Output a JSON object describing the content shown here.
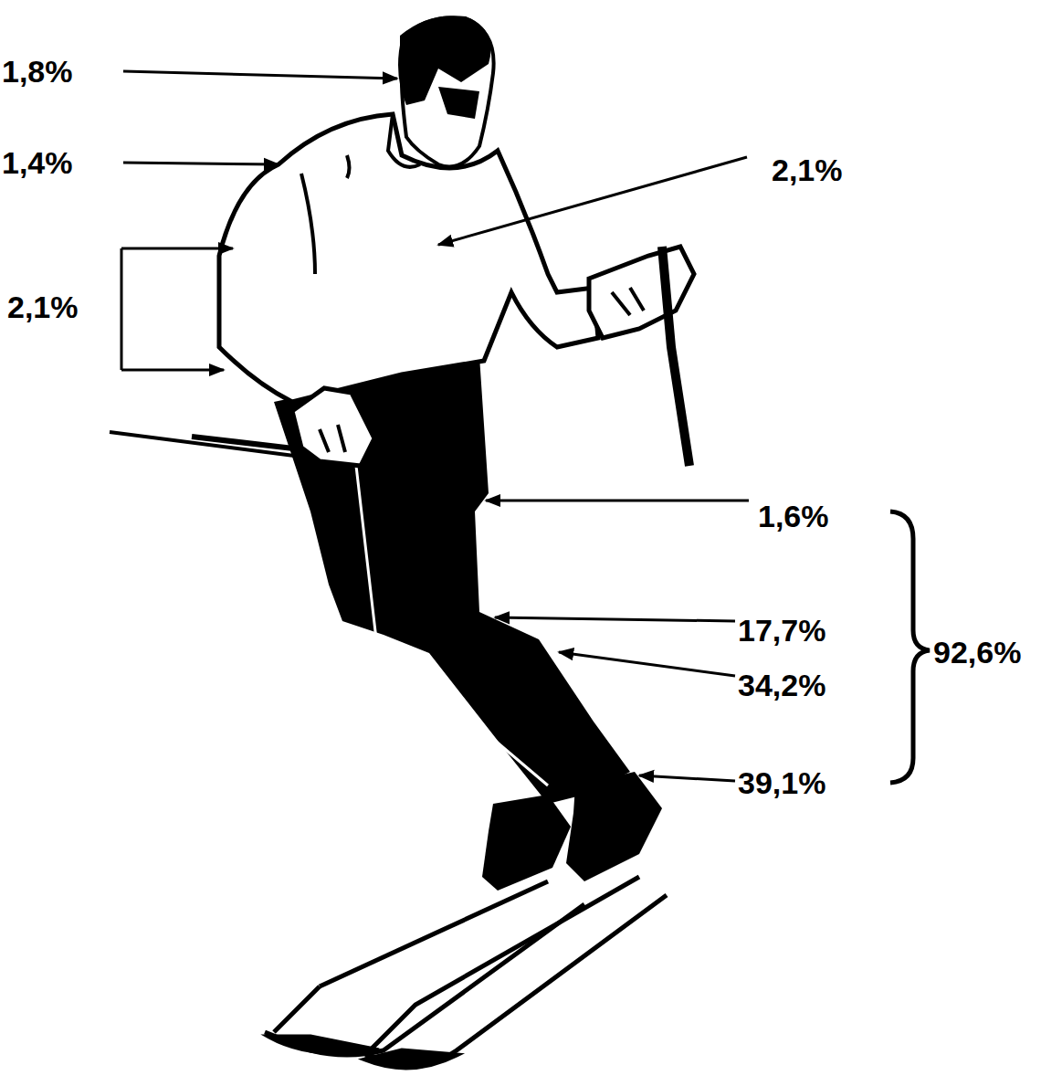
{
  "diagram": {
    "labels": [
      "1,8%",
      "1,4%",
      "2,1%",
      "2,1%",
      "1,6%",
      "17,7%",
      "92,6%",
      "34,2%",
      "39,1%"
    ]
  }
}
